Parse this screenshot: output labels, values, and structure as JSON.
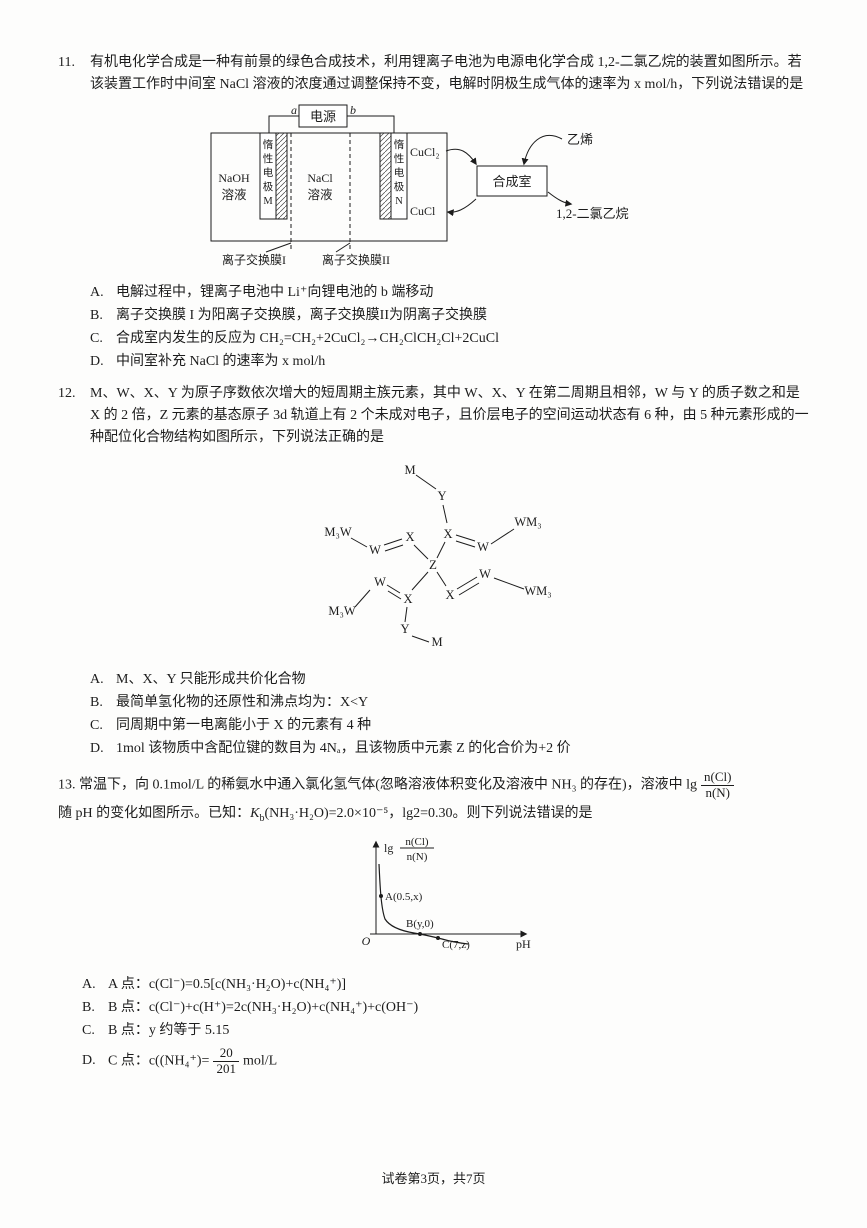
{
  "page": {
    "footer": "试卷第3页，共7页"
  },
  "q11": {
    "number": "11.",
    "stem": "有机电化学合成是一种有前景的绿色合成技术，利用锂离子电池为电源电化学合成 1,2-二氯乙烷的装置如图所示。若该装置工作时中间室 NaCl 溶液的浓度通过调整保持不变，电解时阴极生成气体的速率为 x mol/h，下列说法错误的是",
    "diagram": {
      "power": "电源",
      "a": "a",
      "b": "b",
      "naoh": "NaOH",
      "nacl": "NaCl",
      "solution": "溶液",
      "electrode_m": [
        "惰",
        "性",
        "电",
        "极",
        "M"
      ],
      "electrode_n": [
        "惰",
        "性",
        "电",
        "极",
        "N"
      ],
      "cucl2": "CuCl₂",
      "cucl": "CuCl",
      "synthesis_room": "合成室",
      "ethylene": "乙烯",
      "dichloroethane": "1,2-二氯乙烷",
      "membrane1": "离子交换膜I",
      "membrane2": "离子交换膜II"
    },
    "options": [
      {
        "label": "A.",
        "text": "电解过程中，锂离子电池中 Li⁺向锂电池的 b 端移动"
      },
      {
        "label": "B.",
        "text": "离子交换膜 I 为阳离子交换膜，离子交换膜II为阴离子交换膜"
      },
      {
        "label": "C.",
        "text": "合成室内发生的反应为 CH₂=CH₂+2CuCl₂→CH₂ClCH₂Cl+2CuCl"
      },
      {
        "label": "D.",
        "text": "中间室补充 NaCl 的速率为 x mol/h"
      }
    ]
  },
  "q12": {
    "number": "12.",
    "stem": "M、W、X、Y 为原子序数依次增大的短周期主族元素，其中 W、X、Y 在第二周期且相邻，W 与 Y 的质子数之和是 X 的 2 倍，Z 元素的基态原子 3d 轨道上有 2 个未成对电子，且价层电子的空间运动状态有 6 种，由 5 种元素形成的一种配位化合物结构如图所示，下列说法正确的是",
    "diagram": {
      "m": "M",
      "y": "Y",
      "x": "X",
      "w": "W",
      "z": "Z",
      "m3w": "M₃W",
      "wm3": "WM₃"
    },
    "options": [
      {
        "label": "A.",
        "text": "M、X、Y 只能形成共价化合物"
      },
      {
        "label": "B.",
        "text": "最简单氢化物的还原性和沸点均为：X<Y"
      },
      {
        "label": "C.",
        "text": "同周期中第一电离能小于 X 的元素有 4 种"
      },
      {
        "label": "D.",
        "text": "1mol 该物质中含配位键的数目为 4Nₐ，且该物质中元素 Z 的化合价为+2 价"
      }
    ]
  },
  "q13": {
    "number": "13.",
    "stem_part1": "常温下，向 0.1mol/L 的稀氨水中通入氯化氢气体(忽略溶液体积变化及溶液中 NH₃ 的存在)，溶液中 lg",
    "frac": {
      "num": "n(Cl)",
      "den": "n(N)"
    },
    "stem2_pre": "随 pH 的变化如图所示。已知：",
    "kb_k": "K",
    "kb_sub": "b",
    "stem2_post": "(NH₃·H₂O)=2.0×10⁻⁵，lg2=0.30。则下列说法错误的是",
    "graph": {
      "ylabel_lg": "lg",
      "ylabel_num": "n(Cl)",
      "ylabel_den": "n(N)",
      "origin": "O",
      "point_a": "A(0.5,x)",
      "point_b": "B(y,0)",
      "point_c": "C(7,z)",
      "xlabel": "pH"
    },
    "chart_data": {
      "type": "line",
      "title": "lg n(Cl)/n(N) vs pH",
      "xlabel": "pH",
      "ylabel": "lg n(Cl)/n(N)",
      "points": [
        {
          "name": "A",
          "x": 0.5,
          "y": "x"
        },
        {
          "name": "B",
          "x": "y",
          "y": 0
        },
        {
          "name": "C",
          "x": 7,
          "y": "z"
        }
      ],
      "shape": "steep decrease near y-axis, flattens, crosses x-axis at B, continues slightly below axis through C"
    },
    "options": [
      {
        "label": "A.",
        "text": "A 点：c(Cl⁻)=0.5[c(NH₃·H₂O)+c(NH₄⁺)]"
      },
      {
        "label": "B.",
        "text": "B 点：c(Cl⁻)+c(H⁺)=2c(NH₃·H₂O)+c(NH₄⁺)+c(OH⁻)"
      },
      {
        "label": "C.",
        "text": "B 点：y 约等于 5.15"
      },
      {
        "label": "D.",
        "pre": "C 点：c((NH₄⁺)=",
        "frac_num": "20",
        "frac_den": "201",
        "post": "mol/L"
      }
    ]
  }
}
